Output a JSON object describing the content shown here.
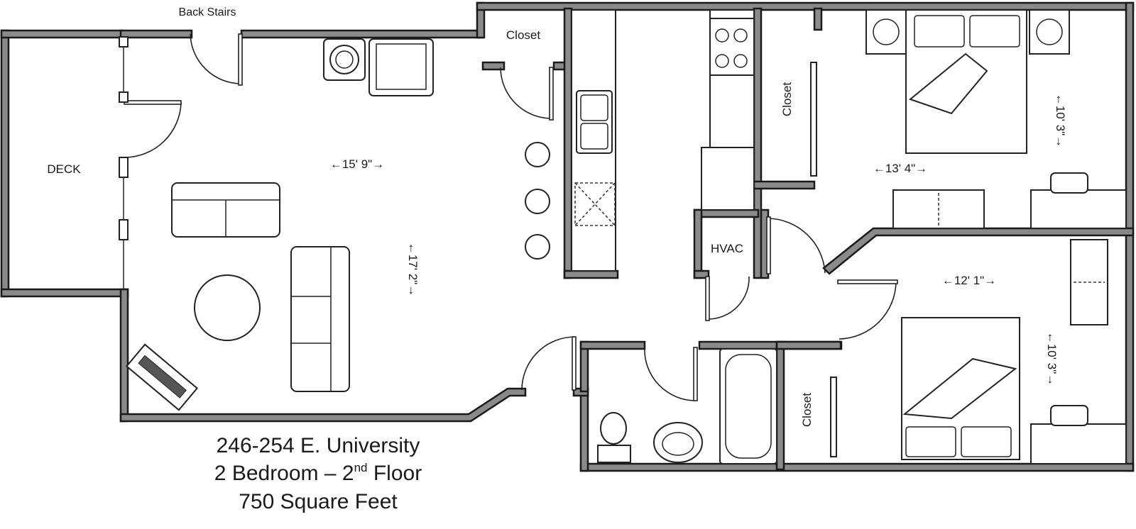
{
  "rooms": {
    "back_stairs": "Back Stairs",
    "deck": "DECK",
    "closet_entry": "Closet",
    "closet_bed1": "Closet",
    "closet_bed2": "Closet",
    "hvac": "HVAC"
  },
  "dimensions": {
    "living_width": "←15' 9\"→",
    "living_depth": "←17' 2\"→",
    "bed1_width": "←13' 4\"→",
    "bed1_depth": "←10' 3\"→",
    "bed2_width": "←12' 1\"→",
    "bed2_depth": "←10' 3\"→"
  },
  "caption": {
    "address": "246-254 E. University",
    "unit_prefix": "2 Bedroom – 2",
    "unit_sup": "nd",
    "unit_suffix": " Floor",
    "area": "750 Square Feet"
  }
}
